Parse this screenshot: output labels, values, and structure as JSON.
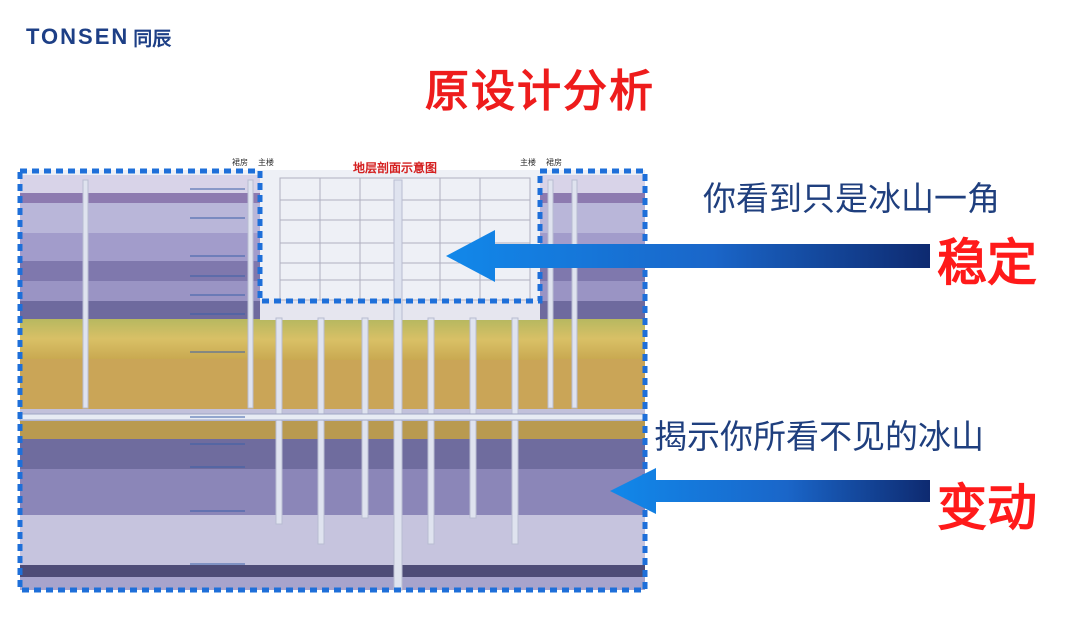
{
  "header": {
    "logo_text": "TONSEN",
    "logo_cn": "同辰"
  },
  "slide": {
    "title": "原设计分析",
    "note_top": "你看到只是冰山一角",
    "label_stable": "稳定",
    "note_bottom": "揭示你所看不见的冰山",
    "label_change": "变动"
  },
  "diagram": {
    "title": "地层剖面示意图",
    "top_left_label": "裙房",
    "top_left_label2": "主楼",
    "top_right_label": "主楼",
    "top_right_label2": "裙房",
    "colors": {
      "frame_dash": "#1e6fd9",
      "sky": "#eef0f6",
      "layer_purple": "#8a7fb0",
      "layer_yellow": "#d7bd5a",
      "layer_lavender": "#c7c5de",
      "arrow_blue": "#1a6fd6"
    }
  }
}
